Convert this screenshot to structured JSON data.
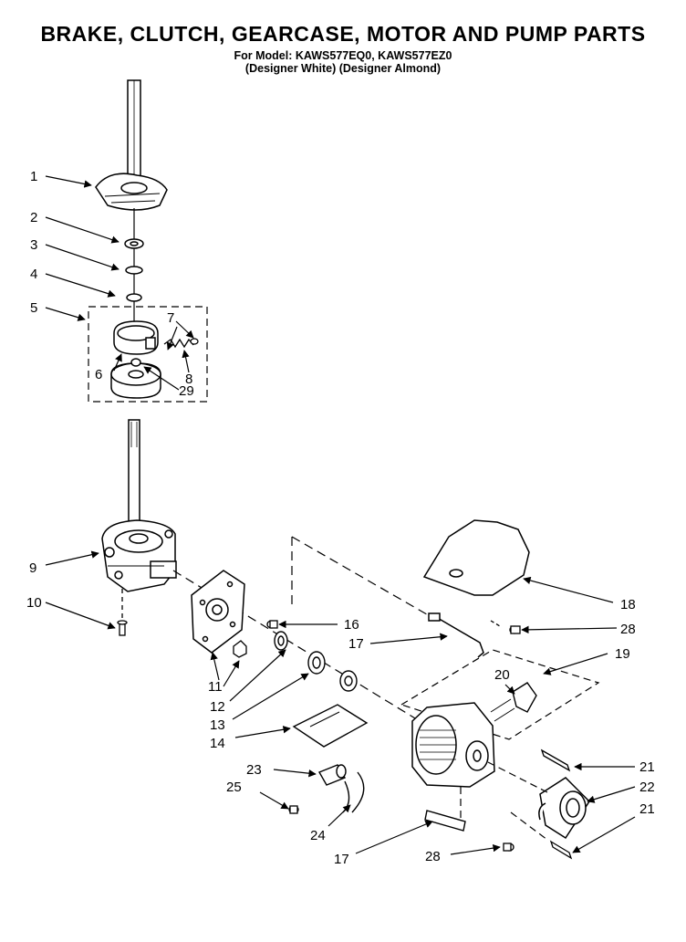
{
  "header": {
    "title": "BRAKE, CLUTCH, GEARCASE, MOTOR AND PUMP PARTS",
    "model_line": "For Model: KAWS577EQ0, KAWS577EZ0",
    "color_line": "(Designer White) (Designer Almond)"
  },
  "callouts": [
    {
      "id": "c1",
      "text": "1"
    },
    {
      "id": "c2",
      "text": "2"
    },
    {
      "id": "c3",
      "text": "3"
    },
    {
      "id": "c4",
      "text": "4"
    },
    {
      "id": "c5",
      "text": "5"
    },
    {
      "id": "c6",
      "text": "6"
    },
    {
      "id": "c7",
      "text": "7"
    },
    {
      "id": "c8",
      "text": "8"
    },
    {
      "id": "c29",
      "text": "29"
    },
    {
      "id": "c9",
      "text": "9"
    },
    {
      "id": "c10",
      "text": "10"
    },
    {
      "id": "c11",
      "text": "11"
    },
    {
      "id": "c12",
      "text": "12"
    },
    {
      "id": "c13",
      "text": "13"
    },
    {
      "id": "c14",
      "text": "14"
    },
    {
      "id": "c16",
      "text": "16"
    },
    {
      "id": "c17a",
      "text": "17"
    },
    {
      "id": "c17b",
      "text": "17"
    },
    {
      "id": "c18",
      "text": "18"
    },
    {
      "id": "c19",
      "text": "19"
    },
    {
      "id": "c20",
      "text": "20"
    },
    {
      "id": "c21a",
      "text": "21"
    },
    {
      "id": "c21b",
      "text": "21"
    },
    {
      "id": "c22",
      "text": "22"
    },
    {
      "id": "c23",
      "text": "23"
    },
    {
      "id": "c24",
      "text": "24"
    },
    {
      "id": "c25",
      "text": "25"
    },
    {
      "id": "c28a",
      "text": "28"
    },
    {
      "id": "c28b",
      "text": "28"
    }
  ]
}
